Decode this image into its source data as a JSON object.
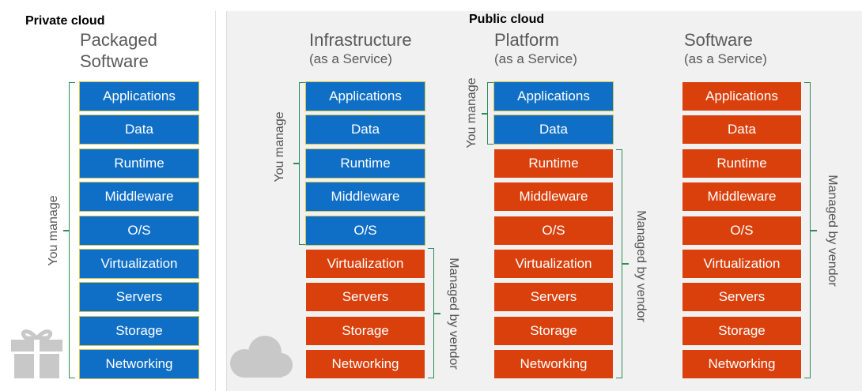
{
  "sections": {
    "private": "Private cloud",
    "public": "Public cloud"
  },
  "columns": [
    {
      "title_line1": "Packaged",
      "title_line2": "Software",
      "subtitle": ""
    },
    {
      "title_line1": "Infrastructure",
      "title_line2": "",
      "subtitle": "(as a Service)"
    },
    {
      "title_line1": "Platform",
      "title_line2": "",
      "subtitle": "(as a Service)"
    },
    {
      "title_line1": "Software",
      "title_line2": "",
      "subtitle": "(as a Service)"
    }
  ],
  "layers": [
    "Applications",
    "Data",
    "Runtime",
    "Middleware",
    "O/S",
    "Virtualization",
    "Servers",
    "Storage",
    "Networking"
  ],
  "labels": {
    "you_manage": "You manage",
    "managed_by_vendor": "Managed by vendor"
  },
  "colors": {
    "user_managed": "#0f6fc6",
    "vendor_managed": "#d9400c",
    "bracket": "#2e8b57"
  },
  "icons": {
    "private": "gift-icon",
    "public": "cloud-icon"
  }
}
